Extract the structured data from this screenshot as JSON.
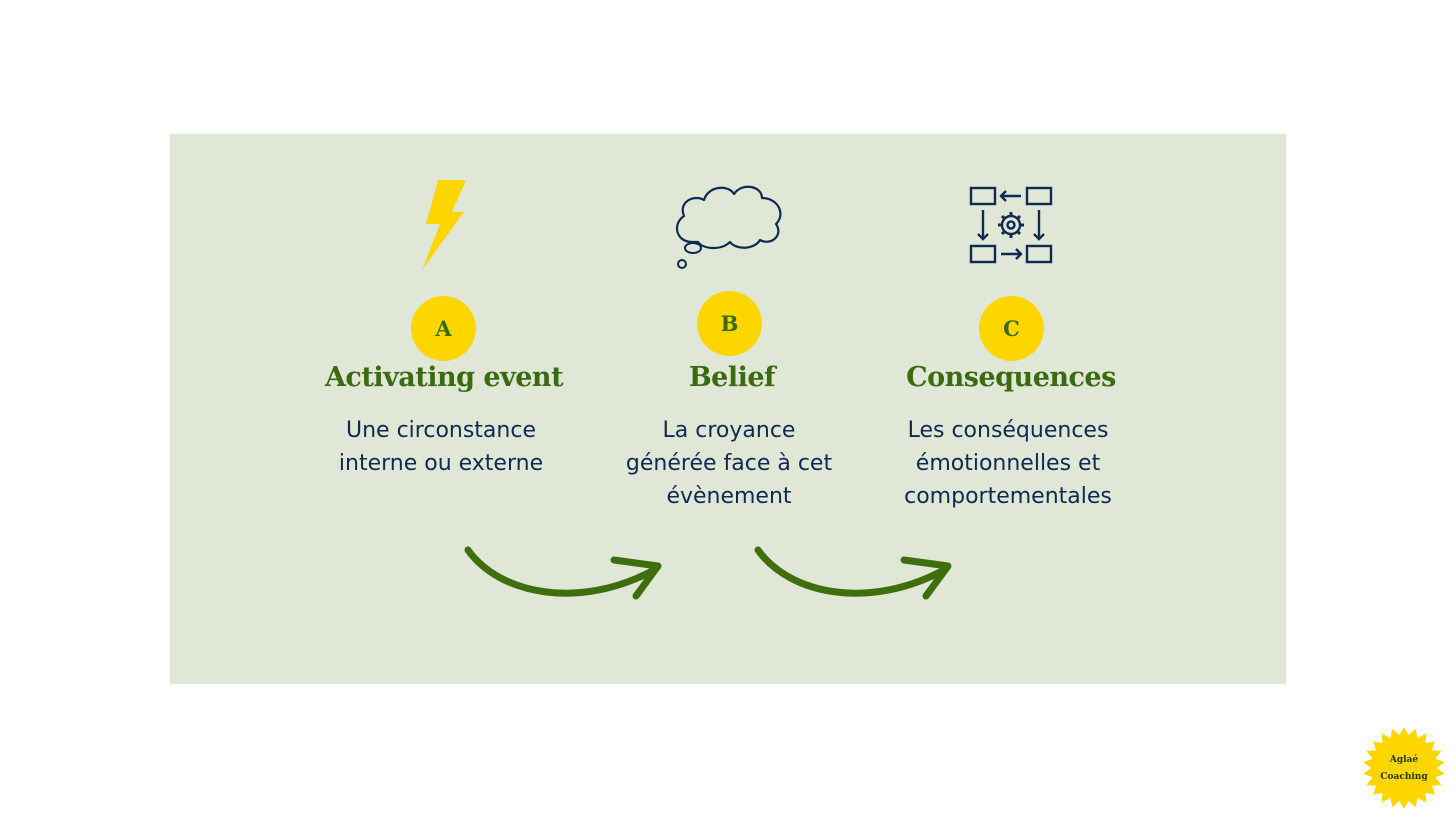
{
  "steps": [
    {
      "letter": "A",
      "title": "Activating event",
      "desc": [
        "Une circonstance",
        "interne ou externe"
      ],
      "icon": "lightning-icon"
    },
    {
      "letter": "B",
      "title": "Belief",
      "desc": [
        "La croyance",
        "générée face à cet",
        "évènement"
      ],
      "icon": "thought-cloud-icon"
    },
    {
      "letter": "C",
      "title": "Consequences",
      "desc": [
        "Les conséquences",
        "émotionnelles et",
        "comportementales"
      ],
      "icon": "process-flow-icon"
    }
  ],
  "logo": {
    "line1": "Aglaé",
    "line2": "Coaching"
  },
  "colors": {
    "panel": "#e1e7d6",
    "accent": "#fdd600",
    "title": "#3b6a10",
    "text": "#0e2a52",
    "arrow": "#3f6e0c"
  }
}
